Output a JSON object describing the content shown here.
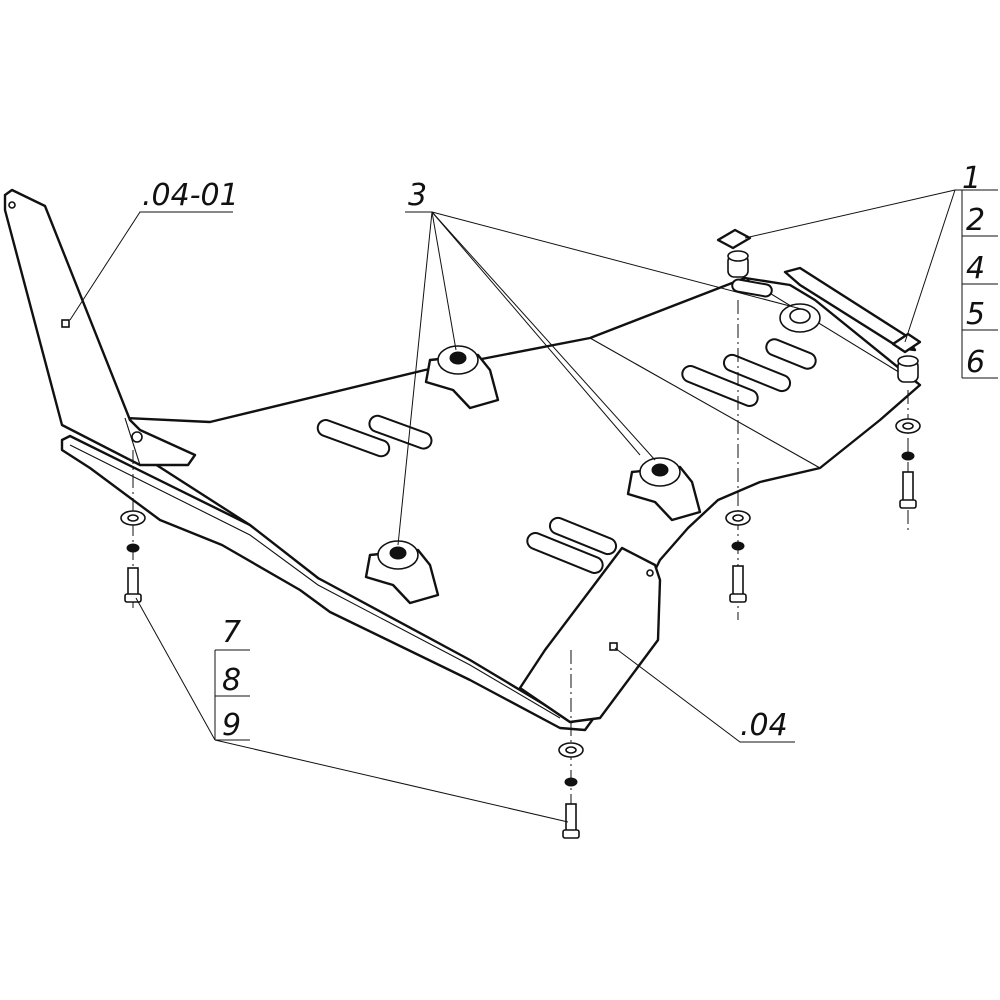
{
  "labels": {
    "top_left_part": ".04-01",
    "bottom_right_part": ".04",
    "fastener_3": "3",
    "stack_right": [
      "1",
      "2",
      "4",
      "5",
      "6"
    ],
    "stack_left": [
      "7",
      "8",
      "9"
    ]
  }
}
